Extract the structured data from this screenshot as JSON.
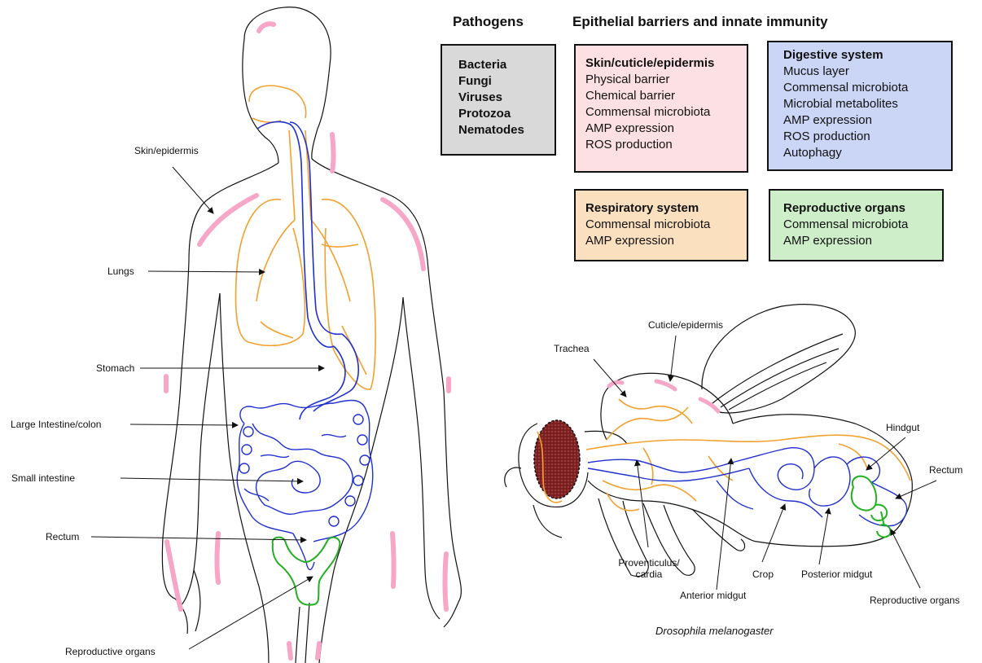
{
  "colors": {
    "skin": "#f6a6c6",
    "airway": "#f2a12f",
    "gut": "#1f2fd0",
    "repro": "#22b022",
    "eye": "#7a1f1f",
    "box_pathogens": "#d9d9d9",
    "box_skin": "#fde0e3",
    "box_digestive": "#cbd5f6",
    "box_respiratory": "#fbe0c0",
    "box_reproductive": "#cdeec8"
  },
  "headers": {
    "pathogens": "Pathogens",
    "epithelial": "Epithelial barriers and innate immunity"
  },
  "boxes": {
    "pathogens": {
      "items": [
        "Bacteria",
        "Fungi",
        "Viruses",
        "Protozoa",
        "Nematodes"
      ]
    },
    "skin": {
      "title": "Skin/cuticle/epidermis",
      "items": [
        "Physical barrier",
        "Chemical barrier",
        "Commensal microbiota",
        "AMP expression",
        "ROS production"
      ]
    },
    "digestive": {
      "title": "Digestive system",
      "items": [
        "Mucus layer",
        "Commensal microbiota",
        "Microbial metabolites",
        "AMP expression",
        "ROS production",
        "Autophagy"
      ]
    },
    "respiratory": {
      "title": "Respiratory system",
      "items": [
        "Commensal microbiota",
        "AMP expression"
      ]
    },
    "reproductive": {
      "title": "Reproductive organs",
      "items": [
        "Commensal microbiota",
        "AMP expression"
      ]
    }
  },
  "human_labels": {
    "skin": "Skin/epidermis",
    "lungs": "Lungs",
    "stomach": "Stomach",
    "large_intestine": "Large Intestine/colon",
    "small_intestine": "Small intestine",
    "rectum": "Rectum",
    "reproductive": "Reproductive organs"
  },
  "fly_labels": {
    "cuticle": "Cuticle/epidermis",
    "trachea": "Trachea",
    "hindgut": "Hindgut",
    "rectum": "Rectum",
    "proventriculus_1": "Proventiculus/",
    "proventriculus_2": "cardia",
    "anterior_midgut": "Anterior midgut",
    "crop": "Crop",
    "posterior_midgut": "Posterior midgut",
    "reproductive": "Reproductive organs"
  },
  "species": "Drosophila melanogaster"
}
